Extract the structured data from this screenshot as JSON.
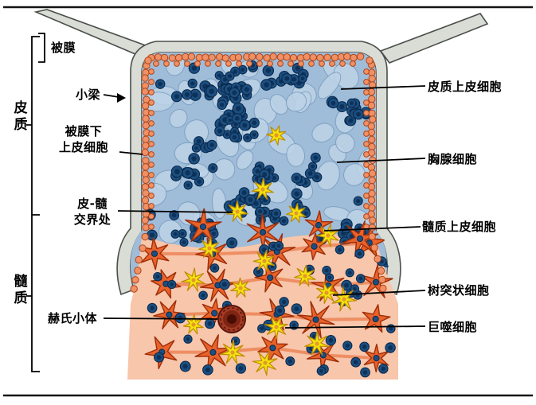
{
  "figure": {
    "labels_left": {
      "capsule": "被膜",
      "cortex": "皮质",
      "trabecula": "小梁",
      "subcapsular": "被膜下\n上皮细胞",
      "junction": "皮-髓\n交界处",
      "medulla": "髓质",
      "hassall": "赫氏小体"
    },
    "labels_right": {
      "cortical_epithelial": "皮质上皮细胞",
      "thymocyte": "胸腺细胞",
      "medullary_epithelial": "髓质上皮细胞",
      "dendritic": "树突状细胞",
      "macrophage": "巨噬细胞"
    },
    "colors": {
      "capsule_gray": "#d9ddd6",
      "capsule_edge": "#4a4f4a",
      "cortex_blue": "#9fbcd8",
      "cortex_blob": "#bdd3e7",
      "thymocyte_blue": "#1c4f80",
      "thymocyte_dark": "#0d3158",
      "medulla_pink": "#f7c6ab",
      "epithelial_orange": "#e8622a",
      "epithelial_edge": "#9e2e08",
      "bead_orange": "#ef9066",
      "bead_edge": "#b04515",
      "dendritic_yellow": "#f2e40e",
      "dendritic_edge": "#c08a00",
      "hassall_maroon": "#a33b24",
      "line_black": "#000000"
    }
  }
}
